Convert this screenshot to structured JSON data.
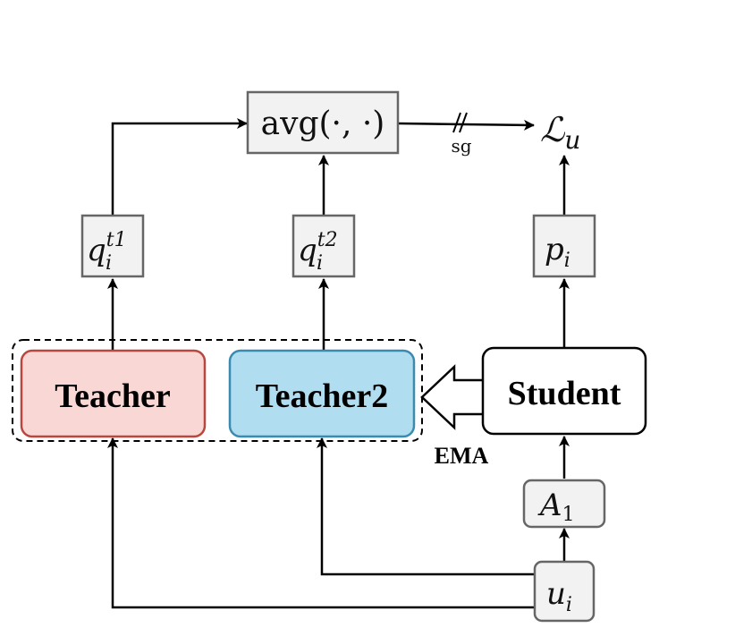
{
  "nodes": {
    "avg": {
      "text": "avg(·, ·)"
    },
    "loss": {
      "base": "ℒ",
      "sub": "u"
    },
    "q1": {
      "base": "q",
      "sub": "i",
      "sup": "t1"
    },
    "q2": {
      "base": "q",
      "sub": "i",
      "sup": "t2"
    },
    "p": {
      "base": "p",
      "sub": "i"
    },
    "teacher": {
      "label": "Teacher"
    },
    "teacher2": {
      "label": "Teacher2"
    },
    "student": {
      "label": "Student"
    },
    "a1": {
      "base": "A",
      "sub": "1"
    },
    "u": {
      "base": "u",
      "sub": "i"
    }
  },
  "edge_labels": {
    "stop_grad": "sg",
    "ema": "EMA"
  },
  "colors": {
    "teacher_fill": "#f8d7d5",
    "teacher_stroke": "#b9473f",
    "teacher2_fill": "#b0ddef",
    "teacher2_stroke": "#3b8bb0",
    "box_fill": "#f2f2f2",
    "box_stroke": "#666666"
  }
}
